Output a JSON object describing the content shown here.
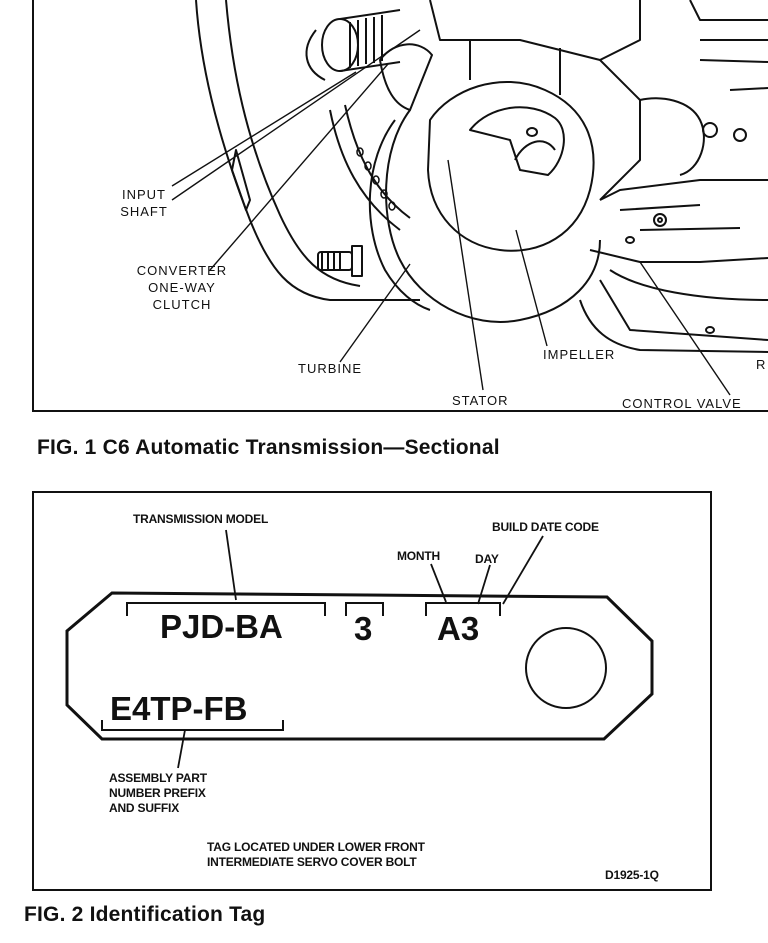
{
  "fig1": {
    "caption": "FIG. 1  C6 Automatic Transmission—Sectional",
    "labels": {
      "input_shaft": "INPUT\nSHAFT",
      "converter_clutch": "CONVERTER\nONE-WAY\nCLUTCH",
      "turbine": "TURBINE",
      "stator": "STATOR",
      "impeller": "IMPELLER",
      "control_valve": "CONTROL VALVE",
      "cut_label": "R"
    }
  },
  "fig2": {
    "caption": "FIG. 2  Identification Tag",
    "labels": {
      "transmission_model": "TRANSMISSION MODEL",
      "build_date_code": "BUILD DATE CODE",
      "month": "MONTH",
      "day": "DAY",
      "assembly_part": "ASSEMBLY PART\nNUMBER PREFIX\nAND SUFFIX",
      "tag_location": "TAG LOCATED UNDER LOWER FRONT\nINTERMEDIATE SERVO COVER BOLT",
      "drawing_code": "D1925-1Q"
    },
    "tag": {
      "model": "PJD-BA",
      "digit": "3",
      "date": "A3",
      "part_number": "E4TP-FB"
    }
  }
}
